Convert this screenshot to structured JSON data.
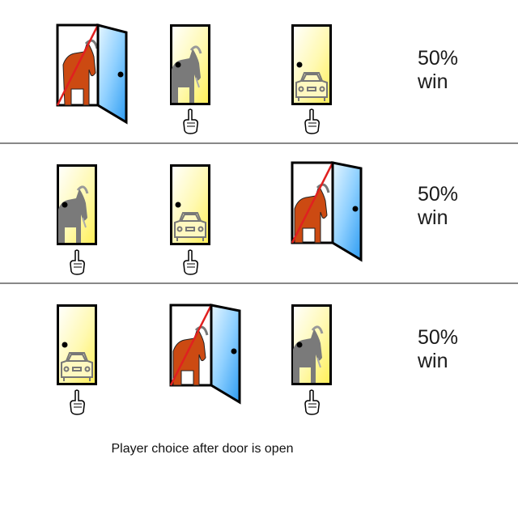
{
  "rows": [
    {
      "doors": [
        {
          "state": "open",
          "content": "goat",
          "picked": false
        },
        {
          "state": "closed",
          "content": "goat",
          "picked": true
        },
        {
          "state": "closed",
          "content": "car",
          "picked": true
        }
      ],
      "result": {
        "percent": "50%",
        "label": "win"
      }
    },
    {
      "doors": [
        {
          "state": "closed",
          "content": "goat",
          "picked": true
        },
        {
          "state": "closed",
          "content": "car",
          "picked": true
        },
        {
          "state": "open",
          "content": "goat",
          "picked": false
        }
      ],
      "result": {
        "percent": "50%",
        "label": "win"
      }
    },
    {
      "doors": [
        {
          "state": "closed",
          "content": "car",
          "picked": true
        },
        {
          "state": "open",
          "content": "goat",
          "picked": false
        },
        {
          "state": "closed",
          "content": "goat",
          "picked": true
        }
      ],
      "result": {
        "percent": "50%",
        "label": "win"
      }
    }
  ],
  "caption": "Player choice after door is open",
  "colors": {
    "door_fill": "#fff27a",
    "door_open_panel": "#4fb8ff",
    "goat_open": "#cc4a12",
    "goat_closed": "#7a7a7a",
    "strike": "#e02020",
    "separator": "#888888"
  }
}
